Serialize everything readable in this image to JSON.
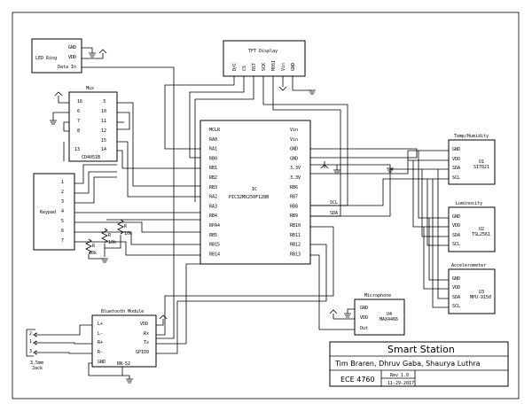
{
  "tft": {
    "title": "TFT Display",
    "pins": [
      "D/C",
      "CS",
      "RST",
      "SCK",
      "MOSI",
      "Vin",
      "GND"
    ]
  },
  "led_ring": {
    "label": "LED Ring",
    "pins": [
      "GND",
      "VDD",
      "Data In"
    ]
  },
  "mux": {
    "label": "Mux",
    "part": "CD4051B",
    "left_pins": [
      "16",
      "6",
      "7",
      "8",
      "13"
    ],
    "right_pins": [
      "3",
      "10",
      "11",
      "12",
      "15",
      "14"
    ]
  },
  "keypad": {
    "label": "Keypad",
    "pins": [
      "1",
      "2",
      "3",
      "4",
      "5",
      "6",
      "7"
    ]
  },
  "resistors": {
    "label": "R",
    "value": "10k"
  },
  "pic": {
    "ref": "IC",
    "part": "PIC32MX250F128B",
    "left_pins": [
      "MCLR",
      "RA0",
      "RA1",
      "RB0",
      "RB1",
      "RB2",
      "RB3",
      "RA2",
      "RA3",
      "RB4",
      "RPA4",
      "RB5",
      "RB15",
      "RB14"
    ],
    "right_pins": [
      "Vin",
      "Vin",
      "GND",
      "GND",
      "3.3V",
      "3.3V",
      "RB6",
      "RB7",
      "RB8",
      "RB9",
      "RB10",
      "RB11",
      "RB12",
      "RB13"
    ],
    "scl_label": "SCL",
    "sda_label": "SDA"
  },
  "temp": {
    "title": "Temp/Humidity",
    "ref": "U1",
    "part": "SI7021",
    "pins": [
      "GND",
      "VDD",
      "SDA",
      "SCL"
    ]
  },
  "lum": {
    "title": "Luminosity",
    "ref": "U2",
    "part": "TSL2561",
    "pins": [
      "GND",
      "VDD",
      "SDA",
      "SCL"
    ]
  },
  "accel": {
    "title": "Accelerometer",
    "ref": "U3",
    "part": "MPU-9150",
    "pins": [
      "GND",
      "VDD",
      "SDA",
      "SCL"
    ]
  },
  "mic": {
    "title": "Microphone",
    "ref": "U4",
    "part": "MAX4466",
    "pins": [
      "GND",
      "VDD",
      "Out"
    ]
  },
  "bluetooth": {
    "title": "Bluetooth Module",
    "part": "RN-52",
    "left_pins": [
      "L+",
      "L-",
      "R+",
      "R-",
      "GND"
    ],
    "right_pins": [
      "VDD",
      "Rx",
      "Tx",
      "GPIO9"
    ]
  },
  "jack": {
    "label_line1": "3.5mm",
    "label_line2": "Jack",
    "pins": [
      "2",
      "1",
      "3"
    ]
  },
  "title_block": {
    "title": "Smart Station",
    "authors": "Tim Braren, Dhruv Gaba, Shaurya Luthra",
    "course": "ECE 4760",
    "rev": "Rev 1.0",
    "date": "11-29-2017"
  }
}
